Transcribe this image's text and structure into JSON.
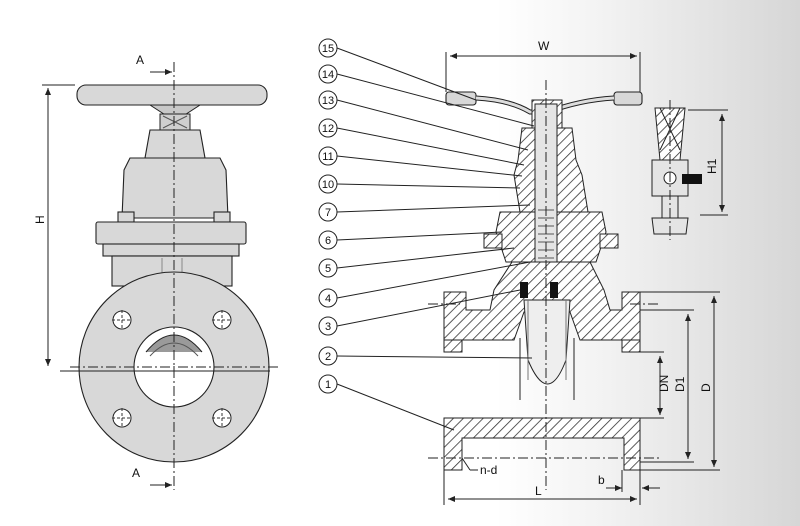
{
  "labels": {
    "section_top": "A",
    "section_bottom": "A",
    "height": "H",
    "handwheel_width": "W",
    "stem_height": "H1",
    "nominal_diameter": "DN",
    "bolt_circle": "D1",
    "flange_diameter": "D",
    "face_to_face": "L",
    "flange_thickness": "b",
    "bolt_holes": "n-d"
  },
  "parts": [
    "15",
    "14",
    "13",
    "12",
    "11",
    "10",
    "7",
    "6",
    "5",
    "4",
    "3",
    "2",
    "1"
  ],
  "colors": {
    "line": "#222222",
    "hatch": "#333333",
    "body_fill": "#d8d8d8"
  }
}
